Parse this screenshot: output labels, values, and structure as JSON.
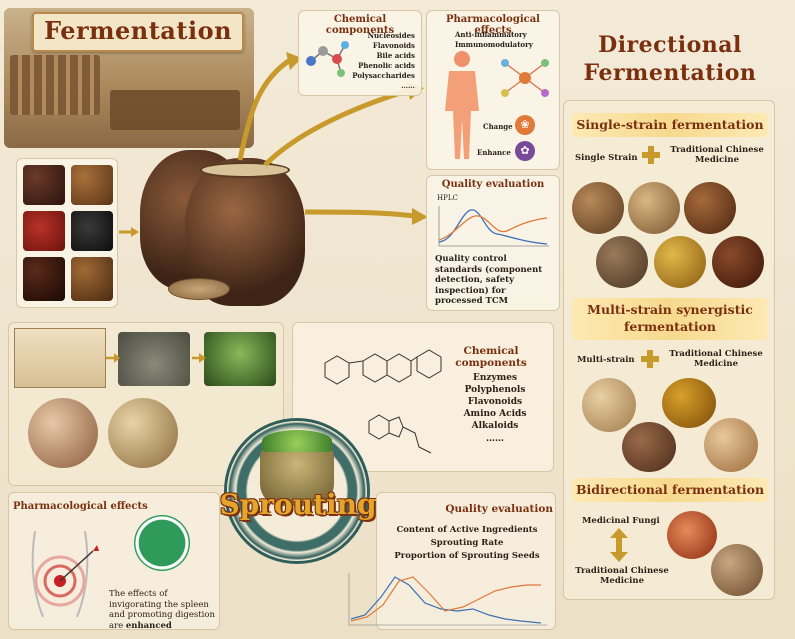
{
  "fermentation": {
    "title": "Fermentation",
    "chemical_components": {
      "title": "Chemical components",
      "items": [
        "Nucleosides",
        "Flavonoids",
        "Bile acids",
        "Phenolic acids",
        "Polysaccharides",
        "……"
      ]
    },
    "pharmacological_effects": {
      "title": "Pharmacological effects",
      "items": [
        "Anti-inflammatory",
        "Immunomodulatory",
        "……"
      ],
      "change_label": "Change",
      "enhance_label": "Enhance"
    },
    "quality_evaluation": {
      "title": "Quality evaluation",
      "hplc_label": "HPLC",
      "description": "Quality control standards (component detection, safety inspection) for processed TCM"
    }
  },
  "directional": {
    "title_line1": "Directional",
    "title_line2": "Fermentation",
    "single": {
      "title": "Single-strain fermentation",
      "left": "Single Strain",
      "right": "Traditional Chinese Medicine"
    },
    "multi": {
      "title_line1": "Multi-strain synergistic",
      "title_line2": "fermentation",
      "left": "Multi-strain",
      "right": "Traditional Chinese Medicine"
    },
    "bidirectional": {
      "title": "Bidirectional fermentation",
      "top": "Medicinal Fungi",
      "bottom": "Traditional Chinese Medicine"
    }
  },
  "sprouting": {
    "title": "Sprouting",
    "chemical_components": {
      "title": "Chemical components",
      "items": [
        "Enzymes",
        "Polyphenols",
        "Flavonoids",
        "Amino Acids",
        "Alkaloids",
        "……"
      ]
    },
    "pharmacological_effects": {
      "title": "Pharmacological effects",
      "text_plain": "The effects of invigorating the spleen and promoting digestion are",
      "text_bold": "enhanced"
    },
    "quality_evaluation": {
      "title": "Quality evaluation",
      "items": [
        "Content of Active Ingredients",
        "Sprouting Rate",
        "Proportion of Sprouting Seeds"
      ]
    }
  },
  "colors": {
    "accent": "#7a2f0f",
    "gold": "#c79a2b",
    "blue_line": "#3b6fb6",
    "orange_line": "#e07a3a"
  },
  "icons": [
    "plus-icon",
    "double-arrow-icon",
    "leaf-change-icon",
    "enhance-icon",
    "stomach-icon",
    "target-icon"
  ]
}
